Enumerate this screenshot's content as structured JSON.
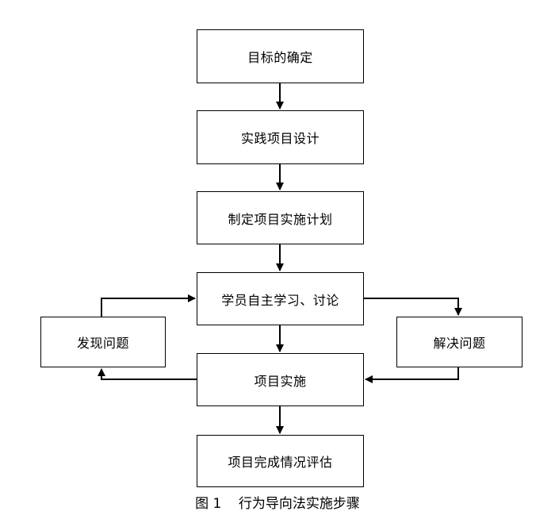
{
  "diagram": {
    "steps": [
      "目标的确定",
      "实践项目设计",
      "制定项目实施计划",
      "学员自主学习、讨论",
      "项目实施",
      "项目完成情况评估"
    ],
    "side_left": "发现问题",
    "side_right": "解决问题",
    "caption": "图 1    行为导向法实施步骤"
  }
}
